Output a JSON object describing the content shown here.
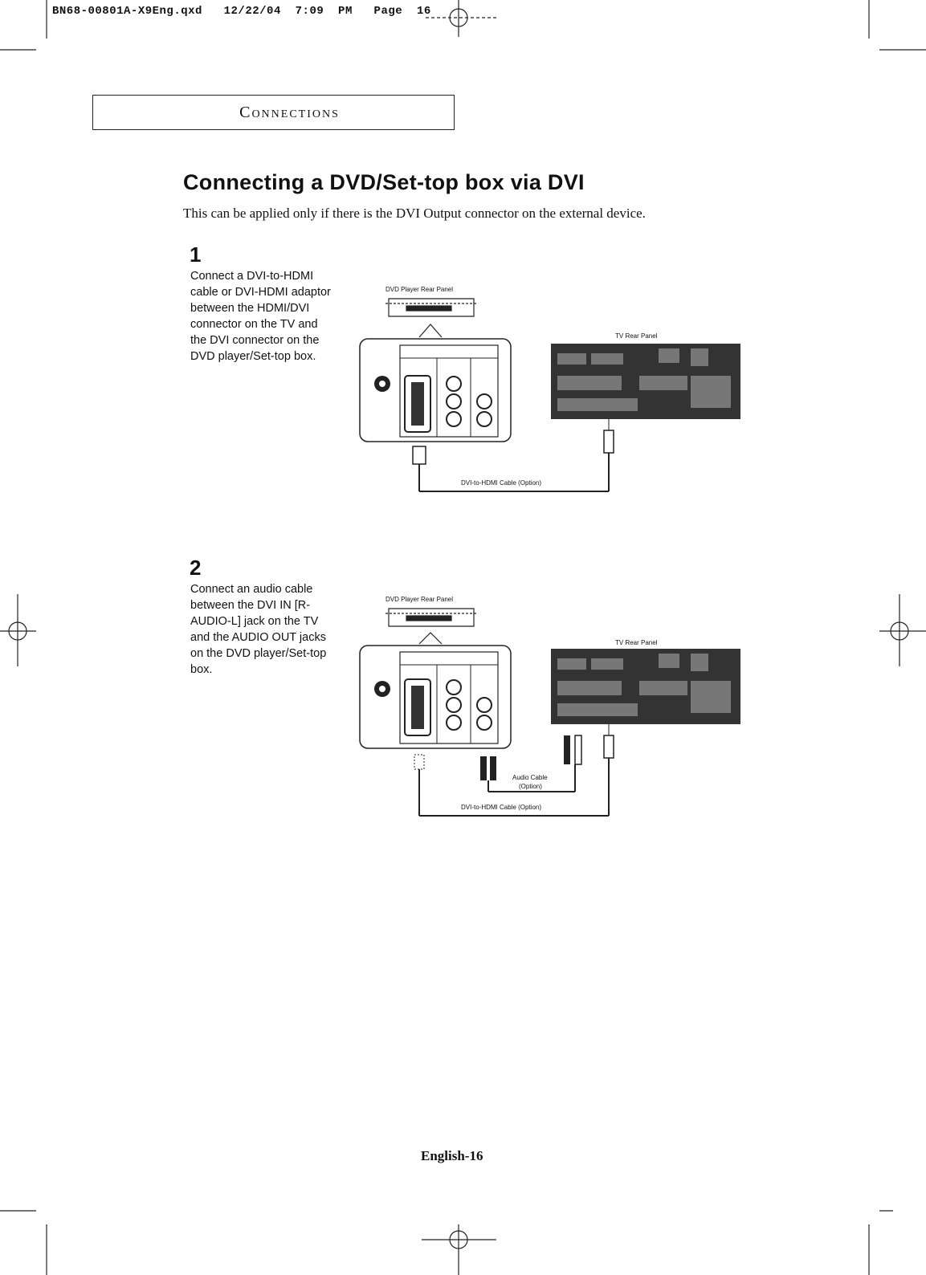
{
  "slug": "BN68-00801A-X9Eng.qxd   12/22/04  7:09  PM   Page  16",
  "section": "Connections",
  "heading": "Connecting a DVD/Set-top box via DVI",
  "intro": "This can be applied only if there is the DVI Output connector on the external device.",
  "steps": [
    {
      "number": "1",
      "text": "Connect a DVI-to-HDMI cable or DVI-HDMI adaptor between the HDMI/DVI connector on the TV and the DVI connector on the DVD player/Set-top box.",
      "diagram": {
        "dvd_label": "DVD Player Rear Panel",
        "tv_label": "TV Rear Panel",
        "cable_label": "DVI-to-HDMI Cable (Option)"
      }
    },
    {
      "number": "2",
      "text": "Connect an audio cable between the DVI IN [R-AUDIO-L] jack on the TV and the AUDIO OUT jacks on the DVD player/Set-top box.",
      "diagram": {
        "dvd_label": "DVD Player Rear Panel",
        "tv_label": "TV Rear Panel",
        "audio_cable_label": "Audio Cable",
        "audio_cable_option": "(Option)",
        "cable_label": "DVI-to-HDMI Cable (Option)"
      }
    }
  ],
  "footer": "English-16"
}
